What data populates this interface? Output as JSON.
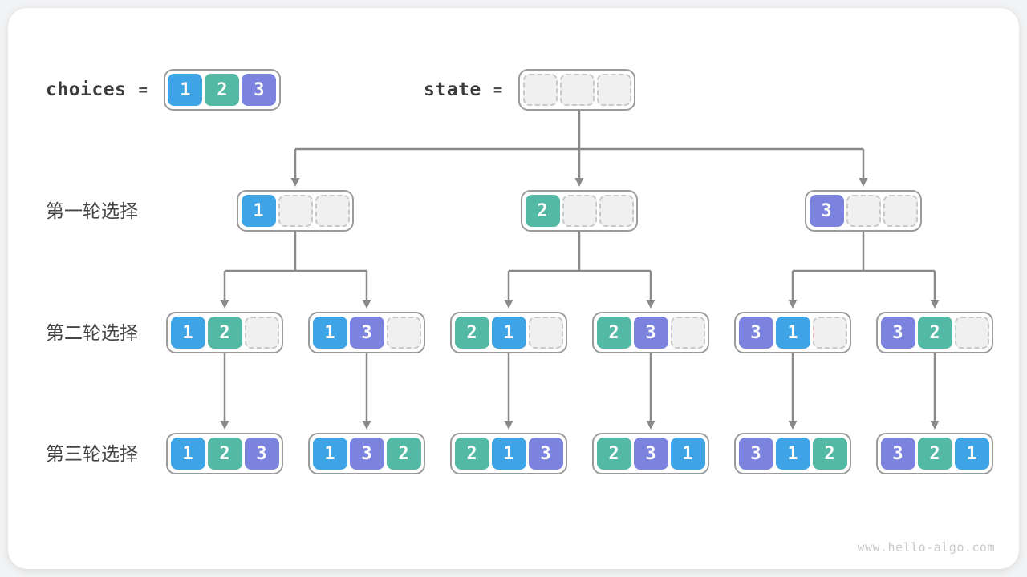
{
  "diagram": {
    "watermark": "www.hello-algo.com",
    "header": {
      "choices_label": "choices",
      "equals": "=",
      "choices": [
        1,
        2,
        3
      ],
      "state": [
        null,
        null,
        null
      ]
    },
    "state_label": "state",
    "rows": [
      {
        "label": "第一轮选择",
        "nodes": [
          [
            1,
            null,
            null
          ],
          [
            2,
            null,
            null
          ],
          [
            3,
            null,
            null
          ]
        ]
      },
      {
        "label": "第二轮选择",
        "nodes": [
          [
            1,
            2,
            null
          ],
          [
            1,
            3,
            null
          ],
          [
            2,
            1,
            null
          ],
          [
            2,
            3,
            null
          ],
          [
            3,
            1,
            null
          ],
          [
            3,
            2,
            null
          ]
        ]
      },
      {
        "label": "第三轮选择",
        "nodes": [
          [
            1,
            2,
            3
          ],
          [
            1,
            3,
            2
          ],
          [
            2,
            1,
            3
          ],
          [
            2,
            3,
            1
          ],
          [
            3,
            1,
            2
          ],
          [
            3,
            2,
            1
          ]
        ]
      }
    ],
    "colors": {
      "1": "#3EA4E6",
      "2": "#53B9A4",
      "3": "#7B83DE"
    },
    "line_color": "#8a8a8a"
  }
}
